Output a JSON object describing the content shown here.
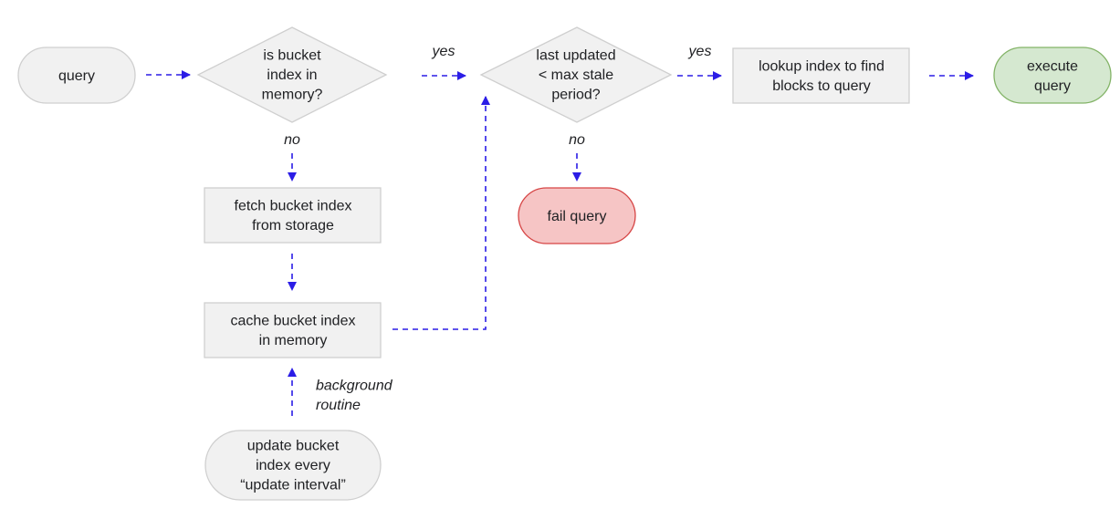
{
  "colors": {
    "node_fill": "#f1f1f1",
    "node_stroke": "#cfcfcf",
    "arrow": "#2b1de6",
    "success_fill": "#d5e8d0",
    "success_stroke": "#82b366",
    "failure_fill": "#f6c5c5",
    "failure_stroke": "#d64545"
  },
  "nodes": {
    "query": {
      "lines": [
        "query"
      ]
    },
    "in_memory_check": {
      "lines": [
        "is bucket",
        "index in",
        "memory?"
      ]
    },
    "stale_check": {
      "lines": [
        "last updated",
        "< max stale",
        "period?"
      ]
    },
    "lookup": {
      "lines": [
        "lookup index to find",
        "blocks to query"
      ]
    },
    "execute": {
      "lines": [
        "execute",
        "query"
      ]
    },
    "fetch": {
      "lines": [
        "fetch bucket index",
        "from storage"
      ]
    },
    "fail": {
      "lines": [
        "fail query"
      ]
    },
    "cache": {
      "lines": [
        "cache bucket index",
        "in memory"
      ]
    },
    "update": {
      "lines": [
        "update bucket",
        "index every",
        "“update interval”"
      ]
    }
  },
  "edge_labels": {
    "memory_yes": "yes",
    "memory_no": "no",
    "stale_yes": "yes",
    "stale_no": "no",
    "background": [
      "background",
      "routine"
    ]
  }
}
